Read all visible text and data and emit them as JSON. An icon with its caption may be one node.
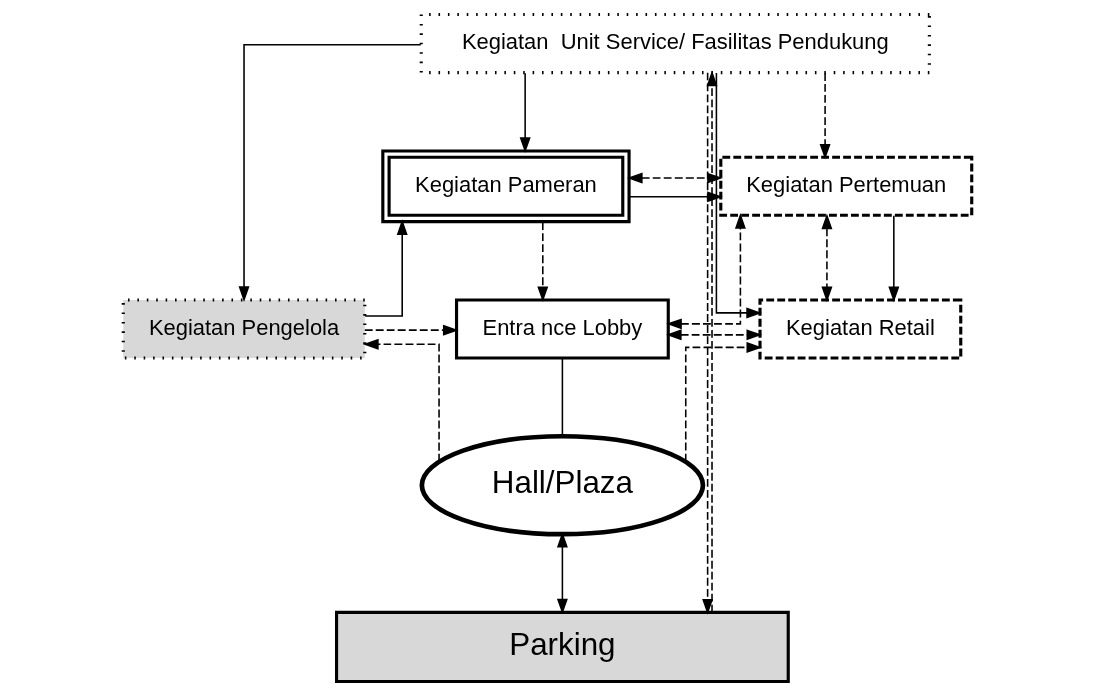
{
  "diagram": {
    "nodes": [
      {
        "text": [
          "Kegiatan  Unit Service/ Fasilitas Pendukung"
        ]
      },
      {
        "text": [
          "Kegiatan Pameran"
        ]
      },
      {
        "text": [
          "Kegiatan Pertemuan"
        ]
      },
      {
        "text": [
          "Kegiatan Pengelola"
        ]
      },
      {
        "text": [
          "Entra nce Lobby"
        ]
      },
      {
        "text": [
          "Kegiatan Retail"
        ]
      },
      {
        "text": [
          "Hall/Plaza"
        ]
      },
      {
        "text": [
          "Parking"
        ]
      }
    ],
    "edges": [
      {
        "from": 7,
        "to": 0,
        "arrow": "to",
        "style": "dashed"
      },
      {
        "from": 0,
        "to": 7,
        "arrow": "to",
        "style": "dashed"
      },
      {
        "from": 0,
        "to": 3,
        "arrow": "to"
      },
      {
        "from": 0,
        "to": 1,
        "arrow": "to"
      },
      {
        "from": 0,
        "to": 2,
        "arrow": "to",
        "style": "dashed"
      },
      {
        "from": 0,
        "to": 5,
        "arrow": "to"
      },
      {
        "from": 3,
        "to": 1,
        "arrow": "to"
      },
      {
        "from": 1,
        "to": 2,
        "arrow": "both",
        "style": "dashed"
      },
      {
        "from": 1,
        "to": 2,
        "arrow": "to"
      },
      {
        "from": 1,
        "to": 4,
        "arrow": "to",
        "style": "dashed"
      },
      {
        "from": 4,
        "to": 2,
        "arrow": "both",
        "style": "dashed"
      },
      {
        "from": 3,
        "to": 4,
        "arrow": "to",
        "style": "dashed"
      },
      {
        "from": 4,
        "to": 5,
        "arrow": "both",
        "style": "dashed"
      },
      {
        "from": 2,
        "to": 5,
        "arrow": "both",
        "style": "dashed"
      },
      {
        "from": 2,
        "to": 5,
        "arrow": "to"
      },
      {
        "from": 4,
        "to": 6,
        "arrow": "none"
      },
      {
        "from": 6,
        "to": 3,
        "arrow": "to",
        "style": "dashed"
      },
      {
        "from": 6,
        "to": 5,
        "arrow": "to",
        "style": "dashed"
      },
      {
        "from": 6,
        "to": 7,
        "arrow": "both"
      }
    ]
  }
}
